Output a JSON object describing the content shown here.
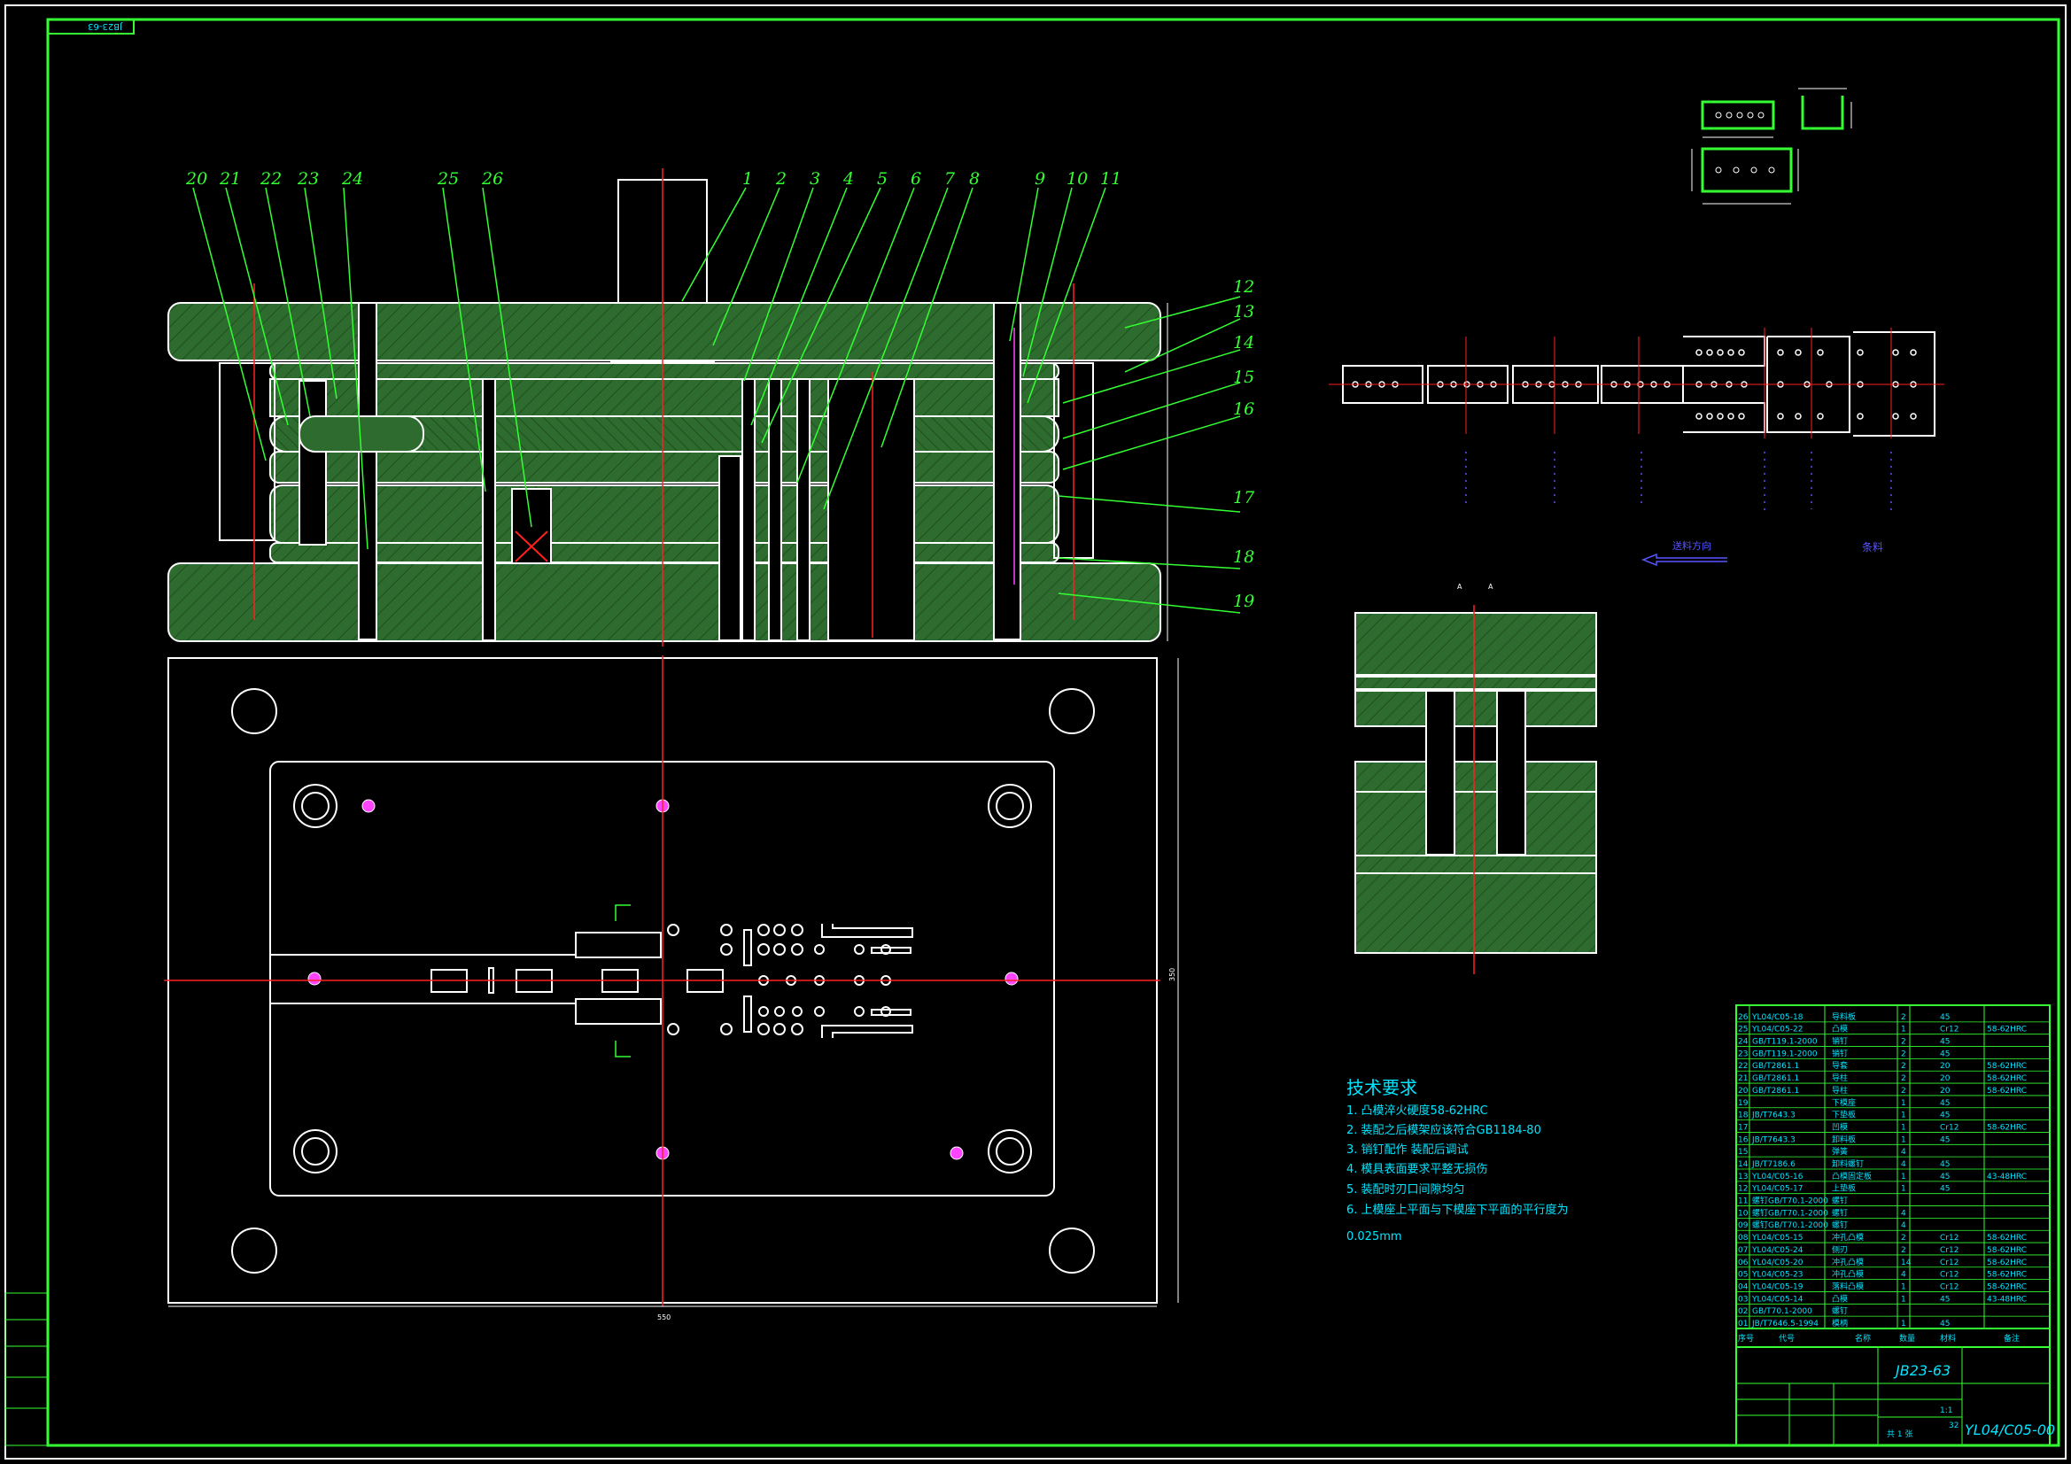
{
  "drawing": {
    "frame_tag": "JB23-63",
    "leader_numbers": [
      "1",
      "2",
      "3",
      "4",
      "5",
      "6",
      "7",
      "8",
      "9",
      "10",
      "11",
      "12",
      "13",
      "14",
      "15",
      "16",
      "17",
      "18",
      "19",
      "20",
      "21",
      "22",
      "23",
      "24",
      "25",
      "26"
    ],
    "feed_direction_label": "送料方向",
    "strip_label": "条料",
    "section_mark": "A",
    "overall_width_dim": "550",
    "overall_height_dim": "350"
  },
  "technical_requirements": {
    "title": "技术要求",
    "lines": [
      "1. 凸模淬火硬度58-62HRC",
      "2. 装配之后模架应该符合GB1184-80",
      "3. 销钉配作 装配后调试",
      "4. 模具表面要求平整无损伤",
      "5. 装配时刃口间隙均匀",
      "6. 上模座上平面与下模座下平面的平行度为",
      "0.025mm"
    ]
  },
  "title_block": {
    "standard": "JB23-63",
    "drawing_number": "YL04/C05-00",
    "scale": "1:1",
    "sheet": "共 1 张",
    "quantity": "32",
    "header_cols": [
      "序号",
      "代号",
      "名称",
      "数量",
      "材料",
      "备注"
    ]
  },
  "bom": [
    {
      "no": "26",
      "code": "YL04/C05-18",
      "name": "导料板",
      "qty": "2",
      "mat": "45",
      "note": ""
    },
    {
      "no": "25",
      "code": "YL04/C05-22",
      "name": "凸模",
      "qty": "1",
      "mat": "Cr12",
      "note": "58-62HRC"
    },
    {
      "no": "24",
      "code": "GB/T119.1-2000",
      "name": "销钉",
      "qty": "2",
      "mat": "45",
      "note": ""
    },
    {
      "no": "23",
      "code": "GB/T119.1-2000",
      "name": "销钉",
      "qty": "2",
      "mat": "45",
      "note": ""
    },
    {
      "no": "22",
      "code": "GB/T2861.1",
      "name": "导套",
      "qty": "2",
      "mat": "20",
      "note": "58-62HRC"
    },
    {
      "no": "21",
      "code": "GB/T2861.1",
      "name": "导柱",
      "qty": "2",
      "mat": "20",
      "note": "58-62HRC"
    },
    {
      "no": "20",
      "code": "GB/T2861.1",
      "name": "导柱",
      "qty": "2",
      "mat": "20",
      "note": "58-62HRC"
    },
    {
      "no": "19",
      "code": "",
      "name": "下模座",
      "qty": "1",
      "mat": "45",
      "note": ""
    },
    {
      "no": "18",
      "code": "JB/T7643.3",
      "name": "下垫板",
      "qty": "1",
      "mat": "45",
      "note": ""
    },
    {
      "no": "17",
      "code": "",
      "name": "凹模",
      "qty": "1",
      "mat": "Cr12",
      "note": "58-62HRC"
    },
    {
      "no": "16",
      "code": "JB/T7643.3",
      "name": "卸料板",
      "qty": "1",
      "mat": "45",
      "note": ""
    },
    {
      "no": "15",
      "code": "",
      "name": "弹簧",
      "qty": "4",
      "mat": "",
      "note": ""
    },
    {
      "no": "14",
      "code": "JB/T7186.6",
      "name": "卸料螺钉",
      "qty": "4",
      "mat": "45",
      "note": ""
    },
    {
      "no": "13",
      "code": "YL04/C05-16",
      "name": "凸模固定板",
      "qty": "1",
      "mat": "45",
      "note": "43-48HRC"
    },
    {
      "no": "12",
      "code": "YL04/C05-17",
      "name": "上垫板",
      "qty": "1",
      "mat": "45",
      "note": ""
    },
    {
      "no": "11",
      "code": "螺钉GB/T70.1-2000",
      "name": "螺钉",
      "qty": "",
      "mat": "",
      "note": ""
    },
    {
      "no": "10",
      "code": "螺钉GB/T70.1-2000",
      "name": "螺钉",
      "qty": "4",
      "mat": "",
      "note": ""
    },
    {
      "no": "09",
      "code": "螺钉GB/T70.1-2000",
      "name": "螺钉",
      "qty": "4",
      "mat": "",
      "note": ""
    },
    {
      "no": "08",
      "code": "YL04/C05-15",
      "name": "冲孔凸模",
      "qty": "2",
      "mat": "Cr12",
      "note": "58-62HRC"
    },
    {
      "no": "07",
      "code": "YL04/C05-24",
      "name": "侧刃",
      "qty": "2",
      "mat": "Cr12",
      "note": "58-62HRC"
    },
    {
      "no": "06",
      "code": "YL04/C05-20",
      "name": "冲孔凸模",
      "qty": "14",
      "mat": "Cr12",
      "note": "58-62HRC"
    },
    {
      "no": "05",
      "code": "YL04/C05-23",
      "name": "冲孔凸模",
      "qty": "4",
      "mat": "Cr12",
      "note": "58-62HRC"
    },
    {
      "no": "04",
      "code": "YL04/C05-19",
      "name": "落料凸模",
      "qty": "1",
      "mat": "Cr12",
      "note": "58-62HRC"
    },
    {
      "no": "03",
      "code": "YL04/C05-14",
      "name": "凸模",
      "qty": "1",
      "mat": "45",
      "note": "43-48HRC"
    },
    {
      "no": "02",
      "code": "GB/T70.1-2000",
      "name": "螺钉",
      "qty": "",
      "mat": "",
      "note": ""
    },
    {
      "no": "01",
      "code": "JB/T7646.5-1994",
      "name": "模柄",
      "qty": "1",
      "mat": "45",
      "note": ""
    }
  ],
  "colors": {
    "frame": "#33ff33",
    "outline": "#ffffff",
    "hatch": "#22aa22",
    "centerline": "#ff2020",
    "text": "#00e5ff",
    "dim": "#5555ff",
    "magenta": "#ff44ff"
  }
}
